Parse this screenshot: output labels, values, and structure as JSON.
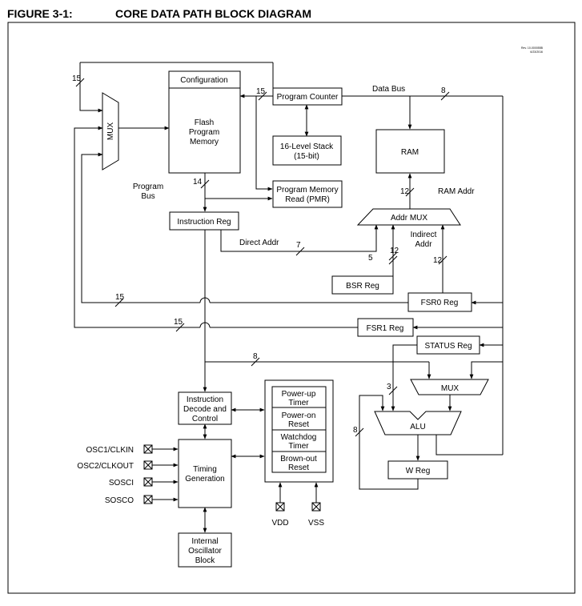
{
  "header": {
    "figure_number": "FIGURE 3-1:",
    "title": "CORE DATA PATH BLOCK DIAGRAM"
  },
  "revision": {
    "rev": "Rev. 10-000055B",
    "date": "6/23/2016"
  },
  "blocks": {
    "configuration": "Configuration",
    "flash_lines": [
      "Flash",
      "Program",
      "Memory"
    ],
    "program_counter": "Program Counter",
    "stack_lines": [
      "16-Level Stack",
      "(15-bit)"
    ],
    "pmr_lines": [
      "Program Memory",
      "Read (PMR)"
    ],
    "ram": "RAM",
    "instruction_reg": "Instruction Reg",
    "addr_mux": "Addr MUX",
    "bsr_reg": "BSR Reg",
    "fsr0_reg": "FSR0 Reg",
    "fsr1_reg": "FSR1 Reg",
    "status_reg": "STATUS Reg",
    "alu_mux": "MUX",
    "alu": "ALU",
    "w_reg": "W Reg",
    "pc_mux": "MUX",
    "decode_lines": [
      "Instruction",
      "Decode and",
      "Control"
    ],
    "timing_lines": [
      "Timing",
      "Generation"
    ],
    "osc_lines": [
      "Internal",
      "Oscillator",
      "Block"
    ],
    "powerup_lines": [
      "Power-up",
      "Timer"
    ],
    "poweron_lines": [
      "Power-on",
      "Reset"
    ],
    "watchdog_lines": [
      "Watchdog",
      "Timer"
    ],
    "brownout_lines": [
      "Brown-out",
      "Reset"
    ]
  },
  "labels": {
    "data_bus": "Data Bus",
    "ram_addr": "RAM Addr",
    "program_bus": [
      "Program",
      "Bus"
    ],
    "direct_addr": "Direct Addr",
    "indirect_addr": [
      "Indirect",
      "Addr"
    ]
  },
  "bus_widths": {
    "pc_mux_in": "15",
    "pc_out": "15",
    "data_bus": "8",
    "program_bus": "14",
    "ram_addr": "12",
    "direct_addr": "7",
    "bsr": "5",
    "indirect": "12",
    "fsr0": "12",
    "fsr0_loop": "15",
    "fsr1_loop": "15",
    "mux_bus": "8",
    "status_to_alu": "3",
    "wreg_loop": "8"
  },
  "pins": {
    "osc1": "OSC1/CLKIN",
    "osc2": "OSC2/CLKOUT",
    "sosci": "SOSCI",
    "sosco": "SOSCO",
    "vdd": "VDD",
    "vss": "VSS"
  }
}
